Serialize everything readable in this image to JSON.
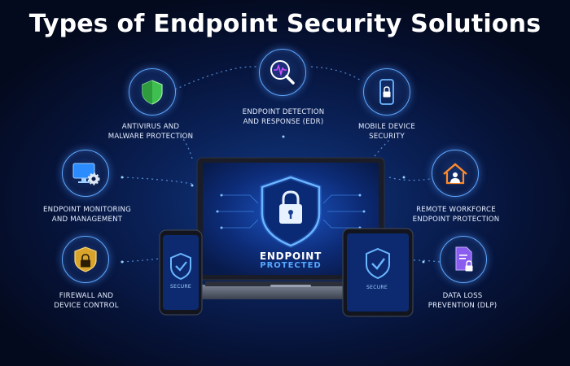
{
  "title": "Types of Endpoint Security Solutions",
  "center": {
    "line1": "ENDPOINT",
    "line2": "PROTECTED"
  },
  "phone_left_label": "SECURE",
  "tablet_right_label": "SECURE",
  "items": [
    {
      "label_line1": "ANTIVIRUS AND",
      "label_line2": "MALWARE PROTECTION",
      "icon": "shield-icon"
    },
    {
      "label_line1": "ENDPOINT DETECTION",
      "label_line2": "AND RESPONSE (EDR)",
      "icon": "magnifier-pulse-icon"
    },
    {
      "label_line1": "MOBILE DEVICE",
      "label_line2": "SECURITY",
      "icon": "mobile-lock-icon"
    },
    {
      "label_line1": "ENDPOINT MONITORING",
      "label_line2": "AND MANAGEMENT",
      "icon": "monitor-gear-icon"
    },
    {
      "label_line1": "REMOTE WORKFORCE",
      "label_line2": "ENDPOINT PROTECTION",
      "icon": "home-user-icon"
    },
    {
      "label_line1": "FIREWALL AND",
      "label_line2": "DEVICE CONTROL",
      "icon": "shield-lock-icon"
    },
    {
      "label_line1": "DATA LOSS",
      "label_line2": "PREVENTION (DLP)",
      "icon": "document-lock-icon"
    }
  ],
  "colors": {
    "accent_blue": "#57a8ff",
    "shield_green": "#3fbf4f",
    "shield_gold": "#d9a42b",
    "house_orange": "#ff8a2a",
    "doc_purple": "#8a5cf0"
  }
}
